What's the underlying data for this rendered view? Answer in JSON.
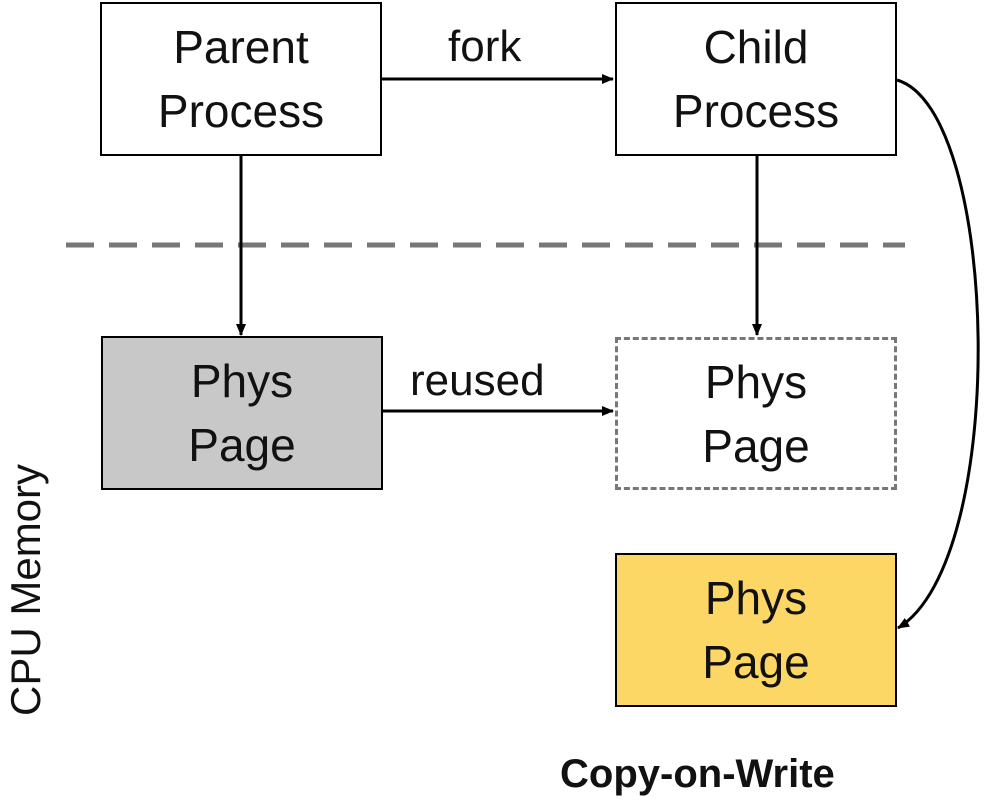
{
  "nodes": {
    "parent": {
      "label": "Parent\nProcess",
      "fill": "#ffffff"
    },
    "child": {
      "label": "Child\nProcess",
      "fill": "#ffffff"
    },
    "parent_page": {
      "label": "Phys\nPage",
      "fill": "#c8c8c8"
    },
    "child_page": {
      "label": "Phys\nPage",
      "fill": "#ffffff"
    },
    "cow_page": {
      "label": "Phys\nPage",
      "fill": "#fdd766"
    }
  },
  "edges": {
    "fork": "fork",
    "reused": "reused"
  },
  "region_label": "CPU Memory",
  "caption": "Copy-on-Write",
  "colors": {
    "accent_yellow": "#fdd766",
    "gray_fill": "#c8c8c8",
    "divider": "#777777"
  }
}
